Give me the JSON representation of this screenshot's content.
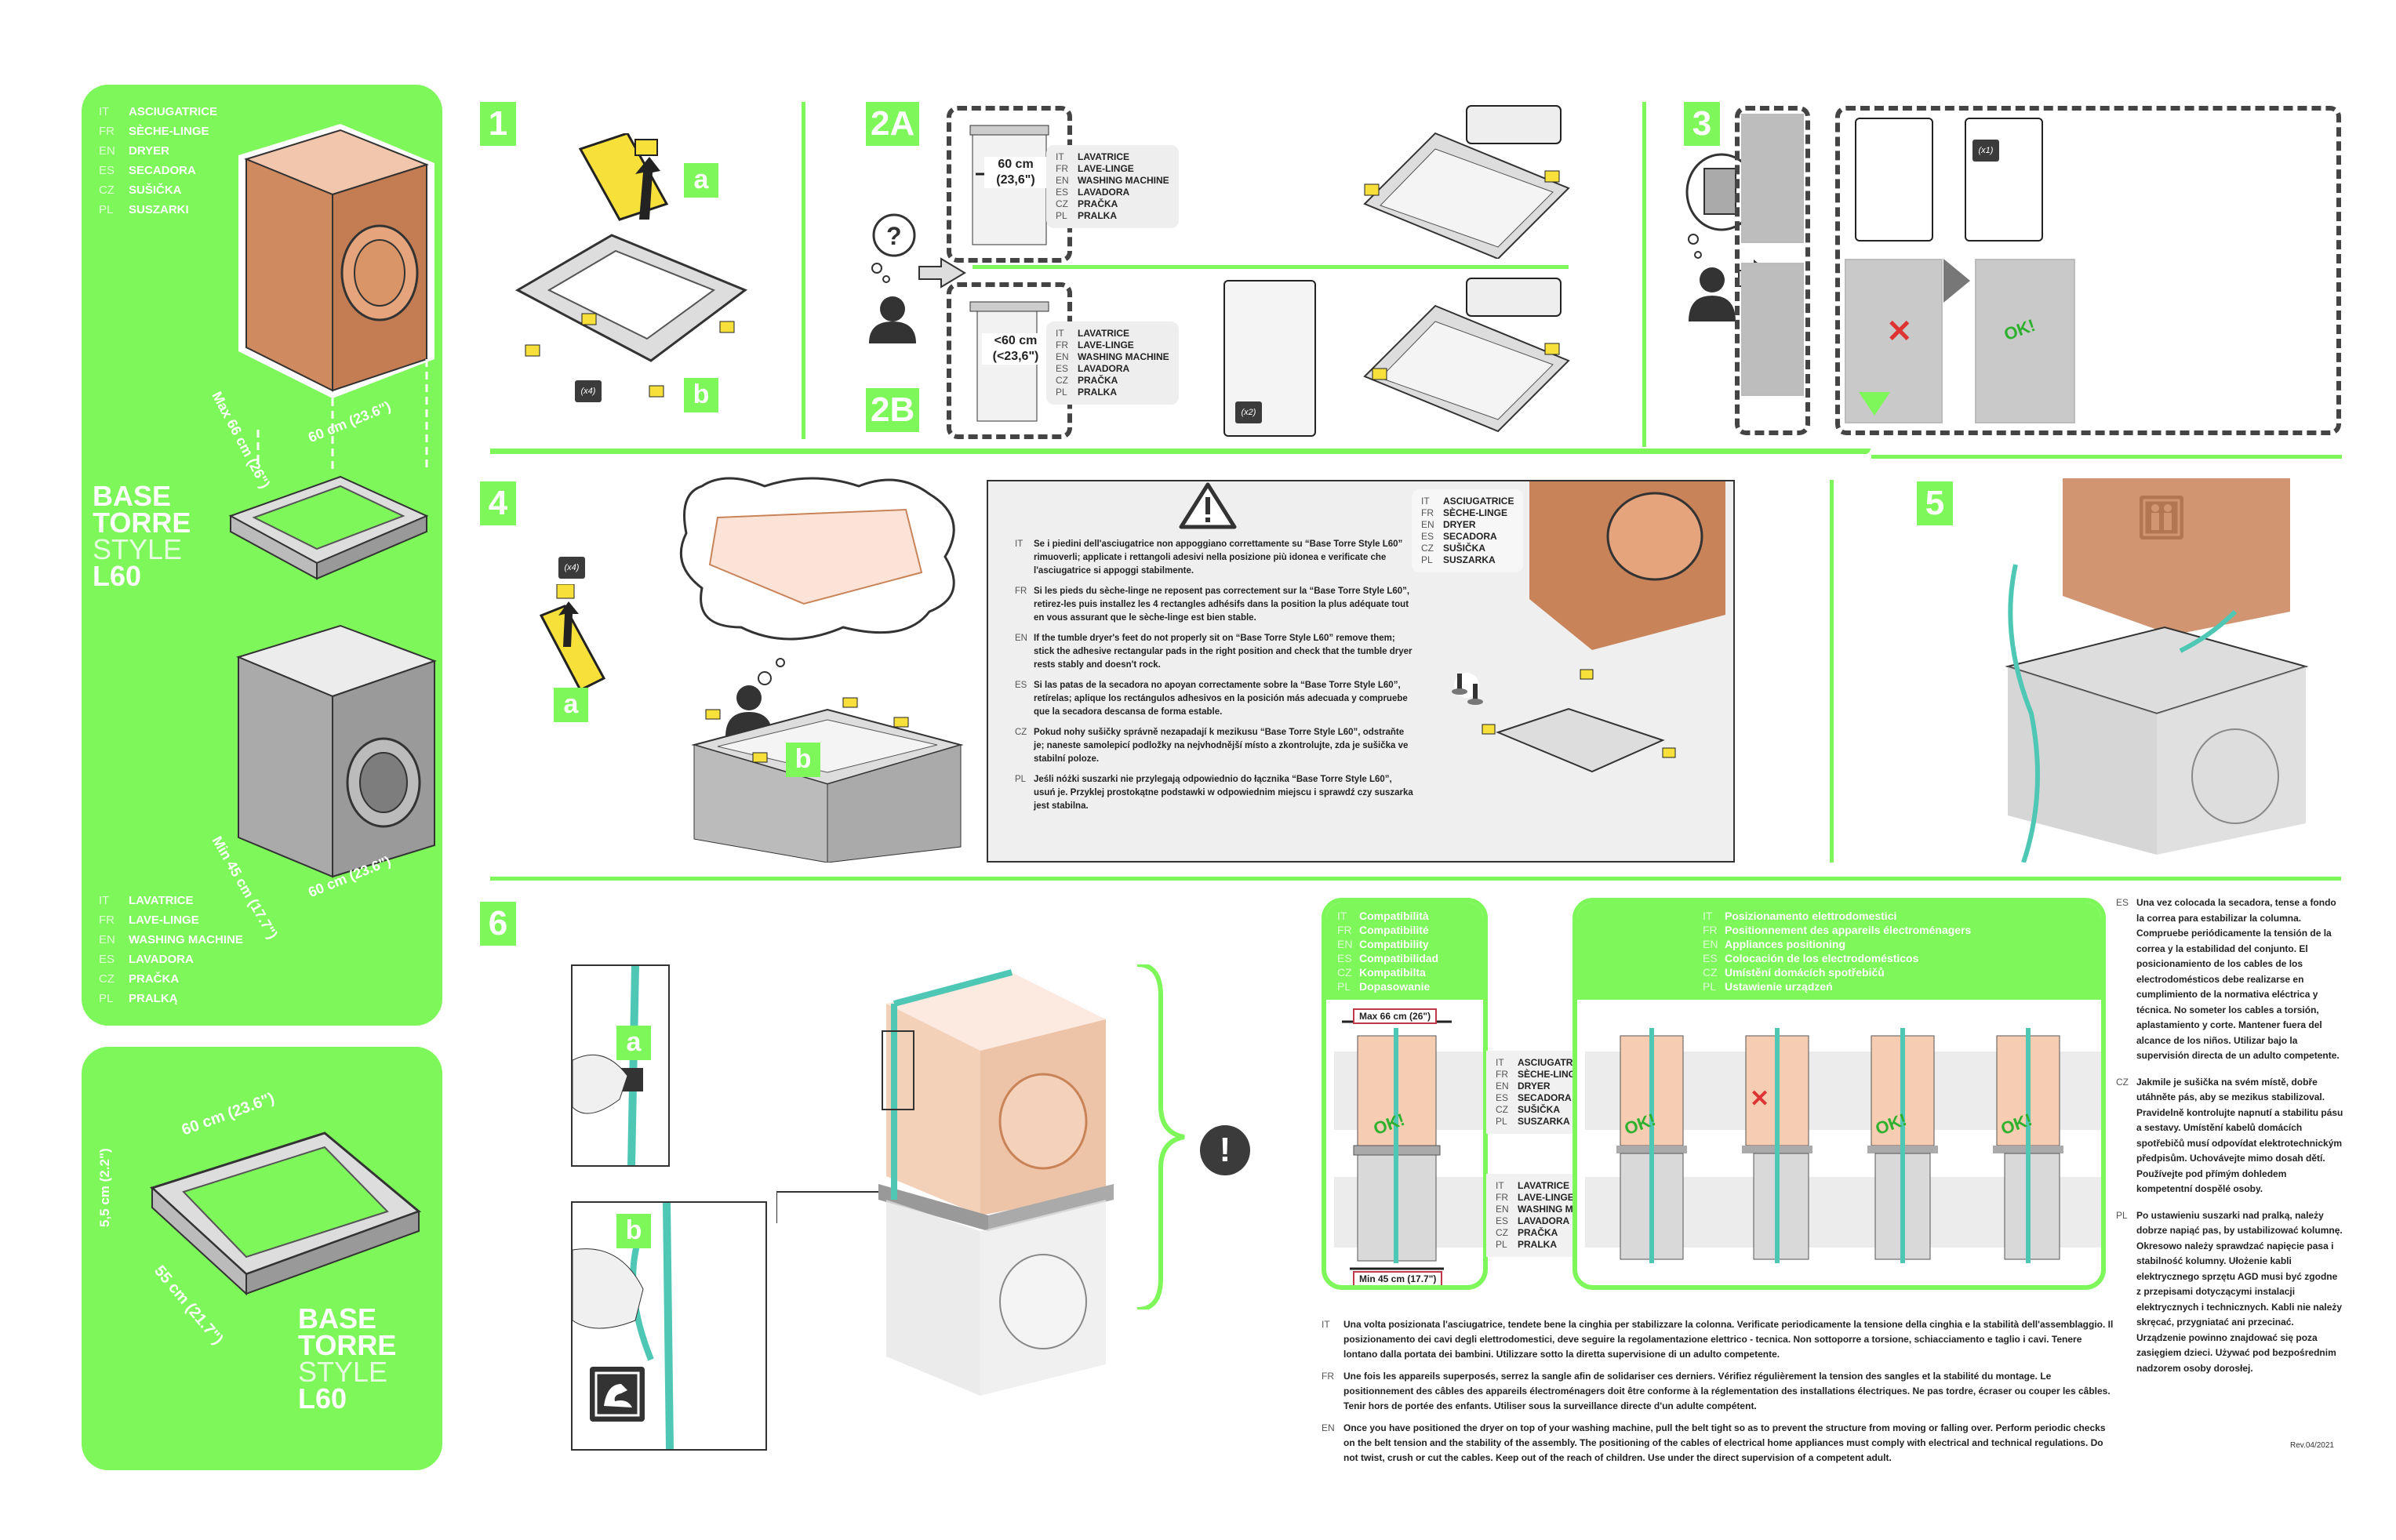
{
  "left_panel_top": {
    "dryer_labels": [
      {
        "code": "IT",
        "value": "ASCIUGATRICE"
      },
      {
        "code": "FR",
        "value": "SÈCHE-LINGE"
      },
      {
        "code": "EN",
        "value": "DRYER"
      },
      {
        "code": "ES",
        "value": "SECADORA"
      },
      {
        "code": "CZ",
        "value": "SUŠIČKA"
      },
      {
        "code": "PL",
        "value": "SUSZARKI"
      }
    ],
    "brand": {
      "line1": "BASE",
      "line2": "TORRE",
      "line3": "STYLE",
      "line4": "L60"
    },
    "dim_max_depth": "Max 66 cm (26\")",
    "dim_width_top": "60 cm (23.6\")",
    "dim_min_depth": "Min 45 cm (17.7\")",
    "dim_width_bottom": "60 cm (23.6\")",
    "washer_labels": [
      {
        "code": "IT",
        "value": "LAVATRICE"
      },
      {
        "code": "FR",
        "value": "LAVE-LINGE"
      },
      {
        "code": "EN",
        "value": "WASHING MACHINE"
      },
      {
        "code": "ES",
        "value": "LAVADORA"
      },
      {
        "code": "CZ",
        "value": "PRAČKA"
      },
      {
        "code": "PL",
        "value": "PRALKĄ"
      }
    ]
  },
  "left_panel_bottom": {
    "dim_width": "60 cm (23.6\")",
    "dim_height": "5,5 cm (2.2\")",
    "dim_depth": "55 cm (21.7\")",
    "brand": {
      "line1": "BASE",
      "line2": "TORRE",
      "line3": "STYLE",
      "line4": "L60"
    }
  },
  "steps": {
    "s1": {
      "number": "1",
      "label_a": "a",
      "label_b": "b",
      "count": "(x4)"
    },
    "s2a": {
      "number": "2A",
      "width": "60 cm",
      "width_in": "(23,6\")",
      "labels": [
        {
          "code": "IT",
          "value": "LAVATRICE"
        },
        {
          "code": "FR",
          "value": "LAVE-LINGE"
        },
        {
          "code": "EN",
          "value": "WASHING MACHINE"
        },
        {
          "code": "ES",
          "value": "LAVADORA"
        },
        {
          "code": "CZ",
          "value": "PRAČKA"
        },
        {
          "code": "PL",
          "value": "PRALKA"
        }
      ]
    },
    "s2b": {
      "number": "2B",
      "width": "<60 cm",
      "width_in": "(<23,6\")",
      "count": "(x2)",
      "labels": [
        {
          "code": "IT",
          "value": "LAVATRICE"
        },
        {
          "code": "FR",
          "value": "LAVE-LINGE"
        },
        {
          "code": "EN",
          "value": "WASHING MACHINE"
        },
        {
          "code": "ES",
          "value": "LAVADORA"
        },
        {
          "code": "CZ",
          "value": "PRAČKA"
        },
        {
          "code": "PL",
          "value": "PRALKA"
        }
      ]
    },
    "s3": {
      "number": "3",
      "count": "(x1)",
      "ok": "OK!"
    },
    "s4": {
      "number": "4",
      "count": "(x4)",
      "label_a": "a",
      "label_b": "b",
      "warning": [
        {
          "code": "IT",
          "text": "Se i piedini dell'asciugatrice non appoggiano correttamente su “Base Torre Style L60” rimuoverli; applicate i rettangoli adesivi nella posizione più idonea e verificate che l'asciugatrice si appoggi stabilmente."
        },
        {
          "code": "FR",
          "text": "Si les pieds du sèche-linge ne reposent pas correctement sur la “Base Torre Style L60”, retirez-les puis installez les 4 rectangles adhésifs dans la position la plus adéquate tout en vous assurant que le sèche-linge est bien stable."
        },
        {
          "code": "EN",
          "text": "If the tumble dryer's feet do not properly sit on “Base Torre Style L60” remove them; stick the adhesive rectangular pads in the right position and check that the tumble dryer rests stably and doesn't rock."
        },
        {
          "code": "ES",
          "text": "Si las patas de la secadora no apoyan correctamente sobre la “Base Torre Style L60”, retírelas; aplique los rectángulos adhesivos en la posición más adecuada y compruebe que la secadora descansa de forma estable."
        },
        {
          "code": "CZ",
          "text": "Pokud nohy sušičky správně nezapadají k mezikusu “Base Torre Style L60”, odstraňte je; naneste samolepicí podložky na nejvhodnější místo a zkontrolujte, zda je sušička ve stabilní poloze."
        },
        {
          "code": "PL",
          "text": "Jeśli nóżki suszarki nie przylegają odpowiednio do łącznika “Base Torre Style L60”, usuń je. Przyklej prostokątne podstawki w odpowiednim miejscu i sprawdź czy suszarka jest stabilna."
        }
      ],
      "dryer_labels": [
        {
          "code": "IT",
          "value": "ASCIUGATRICE"
        },
        {
          "code": "FR",
          "value": "SÈCHE-LINGE"
        },
        {
          "code": "EN",
          "value": "DRYER"
        },
        {
          "code": "ES",
          "value": "SECADORA"
        },
        {
          "code": "CZ",
          "value": "SUŠIČKA"
        },
        {
          "code": "PL",
          "value": "SUSZARKA"
        }
      ]
    },
    "s5": {
      "number": "5"
    },
    "s6": {
      "number": "6",
      "label_a": "a",
      "label_b": "b",
      "compat_title": [
        {
          "code": "IT",
          "value": "Compatibilità"
        },
        {
          "code": "FR",
          "value": "Compatibilité"
        },
        {
          "code": "EN",
          "value": "Compatibility"
        },
        {
          "code": "ES",
          "value": "Compatibilidad"
        },
        {
          "code": "CZ",
          "value": "Kompatibilta"
        },
        {
          "code": "PL",
          "value": "Dopasowanie"
        }
      ],
      "max_label": "Max 66 cm (26\")",
      "min_label": "Min 45 cm (17.7\")",
      "ok": "OK!",
      "dryer_labels": [
        {
          "code": "IT",
          "value": "ASCIUGATRICE"
        },
        {
          "code": "FR",
          "value": "SÈCHE-LINGE"
        },
        {
          "code": "EN",
          "value": "DRYER"
        },
        {
          "code": "ES",
          "value": "SECADORA"
        },
        {
          "code": "CZ",
          "value": "SUŠIČKA"
        },
        {
          "code": "PL",
          "value": "SUSZARKA"
        }
      ],
      "washer_labels": [
        {
          "code": "IT",
          "value": "LAVATRICE"
        },
        {
          "code": "FR",
          "value": "LAVE-LINGE"
        },
        {
          "code": "EN",
          "value": "WASHING MACHINE"
        },
        {
          "code": "ES",
          "value": "LAVADORA"
        },
        {
          "code": "CZ",
          "value": "PRAČKA"
        },
        {
          "code": "PL",
          "value": "PRALKA"
        }
      ],
      "position_title": [
        {
          "code": "IT",
          "value": "Posizionamento elettrodomestici"
        },
        {
          "code": "FR",
          "value": "Positionnement des appareils électroménagers"
        },
        {
          "code": "EN",
          "value": "Appliances positioning"
        },
        {
          "code": "ES",
          "value": "Colocación de los electrodomésticos"
        },
        {
          "code": "CZ",
          "value": "Umístění domácích spotřebičů"
        },
        {
          "code": "PL",
          "value": "Ustawienie urządzeń"
        }
      ],
      "instructions": [
        {
          "code": "IT",
          "text": "Una volta posizionata l'asciugatrice, tendete bene la cinghia per stabilizzare la colonna. Verificate periodicamente la tensione della cinghia e la stabilità dell'assemblaggio. Il posizionamento dei cavi degli elettrodomestici, deve seguire la regolamentazione elettrico - tecnica. Non sottoporre a torsione, schiacciamento e taglio i cavi. Tenere lontano dalla portata dei bambini. Utilizzare sotto la diretta supervisione di un adulto competente."
        },
        {
          "code": "FR",
          "text": "Une fois les appareils superposés, serrez la sangle afin de solidariser ces derniers. Vérifiez régulièrement la tension des sangles et la stabilité du montage. Le positionnement des câbles des appareils électroménagers doit être conforme à la réglementation des installations électriques. Ne pas tordre, écraser ou couper les câbles. Tenir hors de portée des enfants. Utiliser sous la surveillance directe d'un adulte compétent."
        },
        {
          "code": "EN",
          "text": "Once you have positioned the dryer on top of your washing machine, pull the belt tight so as to prevent the structure from moving or falling over. Perform periodic checks on the belt tension and the stability of the assembly. The positioning of the cables of electrical home appliances must comply with electrical and technical regulations. Do not twist, crush or cut the cables. Keep out of the reach of children. Use under the direct supervision of a competent adult."
        }
      ],
      "side_instructions": [
        {
          "code": "ES",
          "text": "Una vez colocada la secadora, tense a fondo la correa para estabilizar la columna. Compruebe periódicamente la tensión de la correa y la estabilidad del conjunto. El posicionamiento de los cables de los electrodomésticos debe realizarse en cumplimiento de la normativa eléctrica y técnica. No someter los cables a torsión, aplastamiento y corte. Mantener fuera del alcance de los niños. Utilizar bajo la supervisión directa de un adulto competente."
        },
        {
          "code": "CZ",
          "text": "Jakmile je sušička na svém místě, dobře utáhněte pás, aby se mezikus stabilizoval. Pravidelně kontrolujte napnutí a stabilitu pásu a sestavy. Umístění kabelů domácích spotřebičů musí odpovídat elektrotechnickým předpisům. Uchovávejte mimo dosah dětí. Používejte pod přímým dohledem kompetentní dospělé osoby."
        },
        {
          "code": "PL",
          "text": "Po ustawieniu suszarki nad pralką, należy dobrze napiąć pas, by ustabilizować kolumnę. Okresowo należy sprawdzać napięcie pasa i stabilność kolumny. Ułożenie kabli elektrycznego sprzętu AGD musi być zgodne z przepisami dotyczącymi instalacji elektrycznych i technicznych. Kabli nie należy skręcać, przygniatać ani przecinać. Urządzenie powinno znajdować się poza zasięgiem dzieci. Używać pod bezpośrednim nadzorem osoby dorosłej."
        }
      ]
    }
  },
  "revision": "Rev.04/2021",
  "colors": {
    "brand_green": "#7ef75a",
    "dark": "#3b3b3b",
    "dryer_copper": "#c98358",
    "strap_teal": "#4fc7b5"
  }
}
